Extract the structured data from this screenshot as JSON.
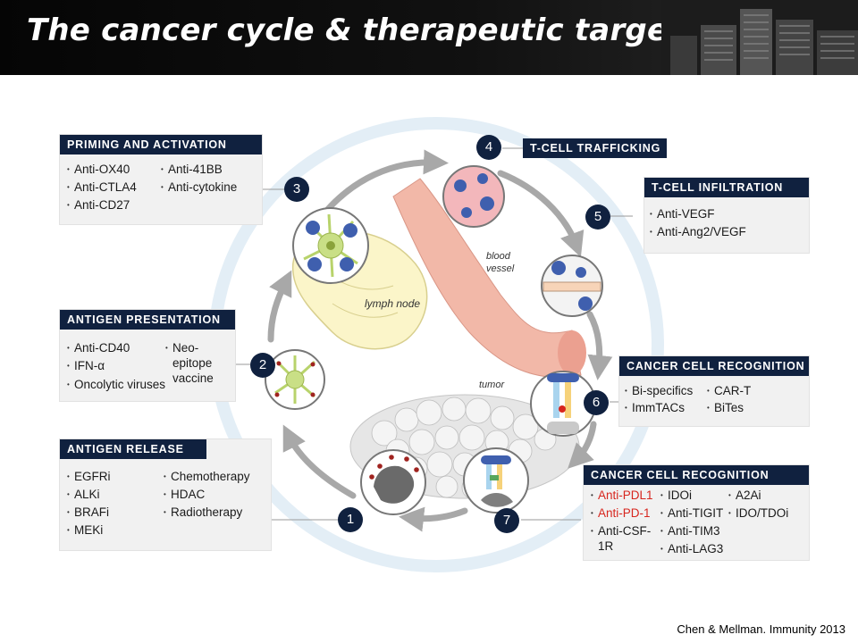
{
  "title": "The cancer cycle & therapeutic targets",
  "citation": "Chen & Mellman. Immunity 2013",
  "labels": {
    "lymph_node": "lymph node",
    "blood_vessel_1": "blood",
    "blood_vessel_2": "vessel",
    "tumor": "tumor"
  },
  "steps": [
    "1",
    "2",
    "3",
    "4",
    "5",
    "6",
    "7"
  ],
  "boxes": {
    "priming": {
      "header": "PRIMING AND ACTIVATION",
      "items": [
        "Anti-OX40",
        "Anti-CTLA4",
        "Anti-CD27",
        "Anti-41BB",
        "Anti-cytokine"
      ]
    },
    "antigen_presentation": {
      "header": "ANTIGEN PRESENTATION",
      "items": [
        "Anti-CD40",
        "IFN-α",
        "Oncolytic viruses",
        "Neo-",
        "epitope",
        "vaccine"
      ]
    },
    "antigen_release": {
      "header": "ANTIGEN RELEASE",
      "items": [
        "EGFRi",
        "ALKi",
        "BRAFi",
        "MEKi",
        "Chemotherapy",
        "HDAC",
        "Radiotherapy"
      ]
    },
    "trafficking": {
      "header": "T-CELL TRAFFICKING"
    },
    "infiltration": {
      "header": "T-CELL INFILTRATION",
      "items": [
        "Anti-VEGF",
        "Anti-Ang2/VEGF"
      ]
    },
    "recognition_1": {
      "header": "CANCER CELL RECOGNITION",
      "items": [
        "Bi-specifics",
        "ImmTACs",
        "CAR-T",
        "BiTes"
      ]
    },
    "recognition_2": {
      "header": "CANCER CELL RECOGNITION",
      "items": [
        "Anti-PDL1",
        "Anti-PD-1",
        "Anti-CSF-",
        "1R",
        "IDOi",
        "Anti-TIGIT",
        "Anti-TIM3",
        "Anti-LAG3",
        "A2Ai",
        "IDO/TDOi"
      ]
    }
  },
  "colors": {
    "header_navy": "#10213f",
    "highlight_red": "#d7261e",
    "box_bg": "#f1f1f1",
    "cycle_arrow": "#a8a8a8"
  }
}
